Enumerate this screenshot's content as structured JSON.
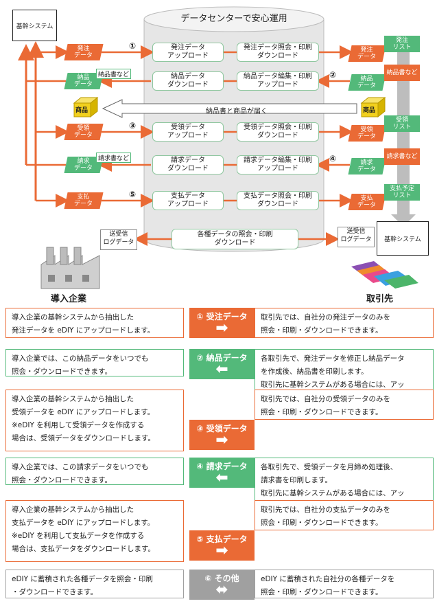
{
  "colors": {
    "orange": "#ea6a35",
    "green": "#53b97a",
    "gray": "#a0a0a0",
    "cyl": "#e6e6e6",
    "cube": "#f2d01e"
  },
  "diagram": {
    "center_title": "データセンターで安心運用",
    "left_system": "基幹システム",
    "right_system": "基幹システム",
    "left_company": "導入企業",
    "right_company": "取引先",
    "left_tags": [
      "発注\nデータ",
      "納品\nデータ",
      "受領\nデータ",
      "請求\nデータ",
      "支払\nデータ"
    ],
    "left_notes": [
      "納品書など",
      "請求書など"
    ],
    "right_tags": [
      "発注\nデータ",
      "納品\nデータ",
      "受領\nデータ",
      "請求\nデータ",
      "支払\nデータ"
    ],
    "right_list_tags": [
      "発注\nリスト",
      "納品書など",
      "受領\nリスト",
      "請求書など",
      "支払予定\nリスト"
    ],
    "pills_left": [
      "発注データ\nアップロード",
      "納品データ\nダウンロード",
      "受領データ\nアップロード",
      "請求データ\nダウンロード",
      "支払データ\nアップロード"
    ],
    "pills_right": [
      "発注データ照会・印刷\nダウンロード",
      "納品データ編集・印刷\nアップロード",
      "受領データ照会・印刷\nダウンロード",
      "請求データ編集・印刷\nアップロード",
      "支払データ照会・印刷\nダウンロード"
    ],
    "pill_bottom": "各種データの照会・印刷\nダウンロード",
    "numbers": [
      "①",
      "②",
      "③",
      "④",
      "⑤"
    ],
    "goods_label": "商品",
    "goods_arrow_text": "納品書と商品が届く",
    "log_left": "送受信\nログデータ",
    "log_right": "送受信\nログデータ"
  },
  "rows": [
    {
      "left": "導入企業の基幹システムから抽出した\n発注データを eDIY にアップロードします。",
      "center": "① 受注データ",
      "dir": "right",
      "color": "orange",
      "right": "取引先では、自社分の発注データのみを\n照会・印刷・ダウンロードできます。"
    },
    {
      "left": "導入企業では、この納品データをいつでも\n照会・ダウンロードできます。",
      "center": "② 納品データ",
      "dir": "left",
      "color": "green",
      "right": "各取引先で、発注データを修正し納品データ\nを作成後、納品書を印刷します。\n取引先に基幹システムがある場合には、アッ\nプロードも可能です。"
    },
    {
      "left": "導入企業の基幹システムから抽出した\n受領データを eDIY にアップロードします。\n※eDIY を利用して受領データを作成する\n場合は、受領データをダウンロードします。",
      "center": "③ 受領データ",
      "dir": "right",
      "color": "orange",
      "right": "取引先では、自社分の受領データのみを\n照会・印刷・ダウンロードできます。"
    },
    {
      "left": "導入企業では、この請求データをいつでも\n照会・ダウンロードできます。",
      "center": "④ 請求データ",
      "dir": "left",
      "color": "green",
      "right": "各取引先で、受領データを月締め処理後、\n請求書を印刷します。\n取引先に基幹システムがある場合には、アッ\nプロードも可能です。"
    },
    {
      "left": "導入企業の基幹システムから抽出した\n支払データを eDIY にアップロードします。\n※eDIY を利用して支払データを作成する\n場合は、支払データをダウンロードします。",
      "center": "⑤ 支払データ",
      "dir": "right",
      "color": "orange",
      "right": "取引先では、自社分の支払データのみを\n照会・印刷・ダウンロードできます。"
    },
    {
      "left": "eDIY に蓄積された各種データを照会・印刷\n・ダウンロードできます。",
      "center": "⑥ その他",
      "dir": "both",
      "color": "gray",
      "right": "eDIY に蓄積された自社分の各種データを\n照会・印刷・ダウンロードできます。"
    }
  ]
}
